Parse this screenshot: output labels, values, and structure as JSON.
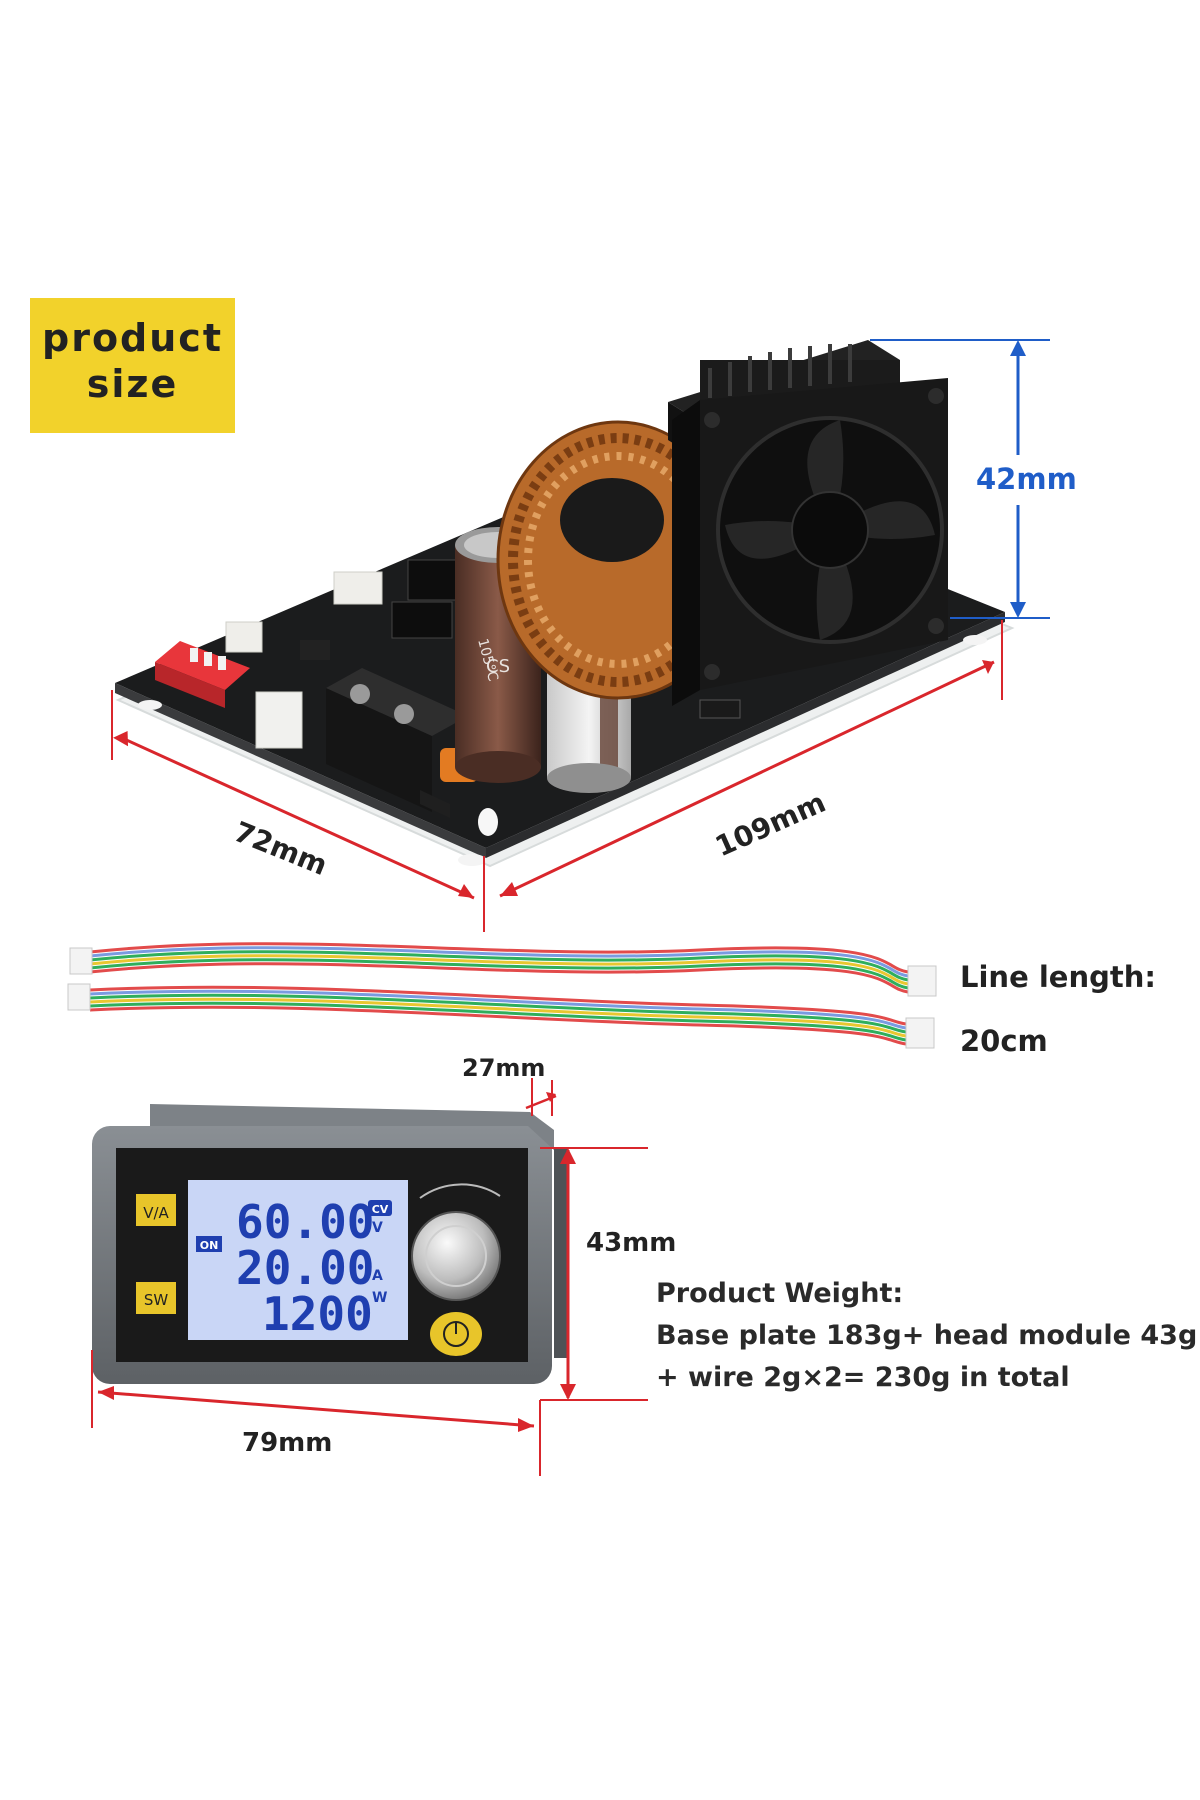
{
  "badge": {
    "line1": "product",
    "line2": "size"
  },
  "dimensions": {
    "height_fan": "42mm",
    "board_width": "72mm",
    "board_length": "109mm",
    "line_length_label": "Line length:",
    "line_length_value": "20cm",
    "module_depth": "27mm",
    "module_height": "43mm",
    "module_width": "79mm"
  },
  "weight": {
    "title": "Product Weight:",
    "line1": "Base plate 183g+ head module 43g",
    "line2": "+ wire 2g×2= 230g in total"
  },
  "module_display": {
    "button_va": "V/A",
    "button_sw": "SW",
    "on_tag": "ON",
    "cv_tag": "CV",
    "voltage": "60.00",
    "current": "20.00",
    "power": "1200",
    "unit_v": "V",
    "unit_a": "A",
    "unit_w": "W"
  },
  "board_markings": {
    "cap_label": "CS",
    "cap_rating": "105°C"
  },
  "colors": {
    "badge": "#f2d22b",
    "dim_line_red": "#d9262c",
    "dim_line_blue": "#1f5dc8",
    "lcd_bg": "#c9d6f6",
    "lcd_digits": "#1f3fb0"
  }
}
